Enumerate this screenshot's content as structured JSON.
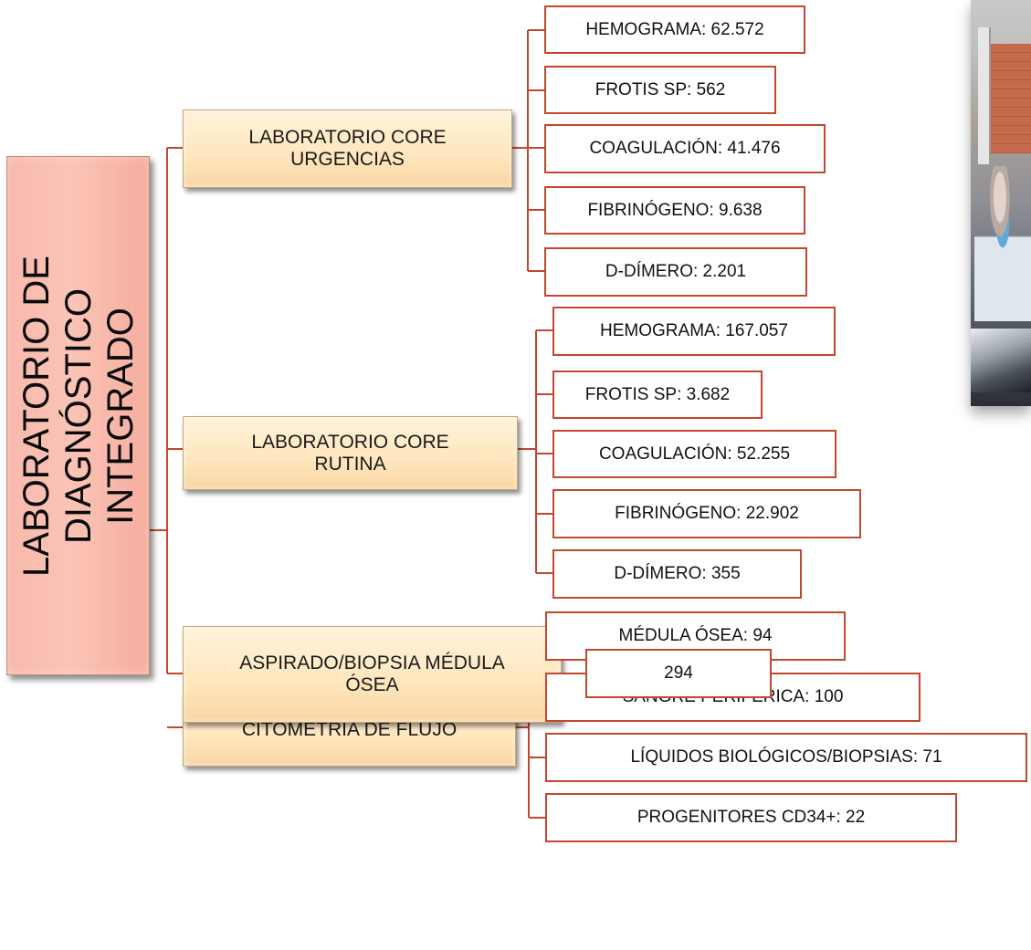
{
  "root": {
    "lines": [
      "LABORATORIO DE DIAGNÓSTICO",
      "INTEGRADO"
    ]
  },
  "categories": [
    {
      "label": "LABORATORIO CORE\nURGENCIAS",
      "items": [
        "HEMOGRAMA: 62.572",
        "FROTIS SP: 562",
        "COAGULACIÓN: 41.476",
        "FIBRINÓGENO: 9.638",
        "D-DÍMERO: 2.201"
      ]
    },
    {
      "label": "LABORATORIO CORE\nRUTINA",
      "items": [
        "HEMOGRAMA: 167.057",
        "FROTIS SP: 3.682",
        "COAGULACIÓN: 52.255",
        "FIBRINÓGENO: 22.902",
        "D-DÍMERO: 355"
      ]
    },
    {
      "label": "CITOMETRÍA DE FLUJO",
      "items": [
        "MÉDULA ÓSEA: 94",
        "SANGRE PERIFÉRICA: 100",
        "LÍQUIDOS BIOLÓGICOS/BIOPSIAS: 71",
        "PROGENITORES CD34+: 22"
      ]
    },
    {
      "label": "ASPIRADO/BIOPSIA MÉDULA\nÓSEA",
      "items": [
        "294"
      ]
    }
  ],
  "colors": {
    "connector": "#c5462f",
    "leaf_border": "#c5462f",
    "root_fill": "#f9bcae",
    "category_fill": "#ffe9c6"
  }
}
